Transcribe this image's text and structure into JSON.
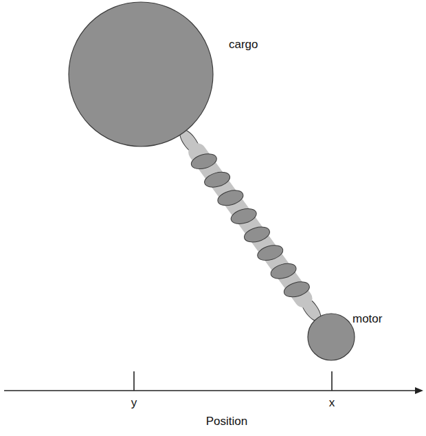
{
  "diagram": {
    "nodes": [
      {
        "text": [
          "cargo"
        ]
      },
      {
        "text": [
          "motor"
        ]
      }
    ],
    "edges": [
      {
        "from": 0,
        "to": 1,
        "arrow": "none"
      }
    ],
    "labels": [
      "y",
      "x",
      "Position"
    ]
  }
}
